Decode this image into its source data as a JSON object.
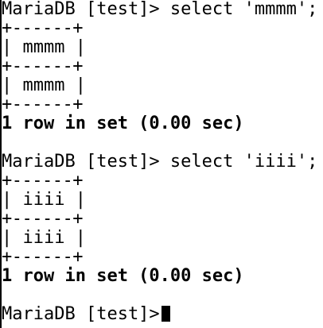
{
  "terminal": {
    "queries": [
      {
        "prompt": "MariaDB [test]>",
        "command": " select 'mmmm';",
        "border": "+------+",
        "header": "| mmmm |",
        "row": "| mmmm |",
        "status": "1 row in set (0.00 sec)"
      },
      {
        "prompt": "MariaDB [test]>",
        "command": " select 'iiii';",
        "border": "+------+",
        "header": "| iiii |",
        "row": "| iiii |",
        "status": "1 row in set (0.00 sec)"
      }
    ],
    "current_prompt": "MariaDB [test]>"
  }
}
